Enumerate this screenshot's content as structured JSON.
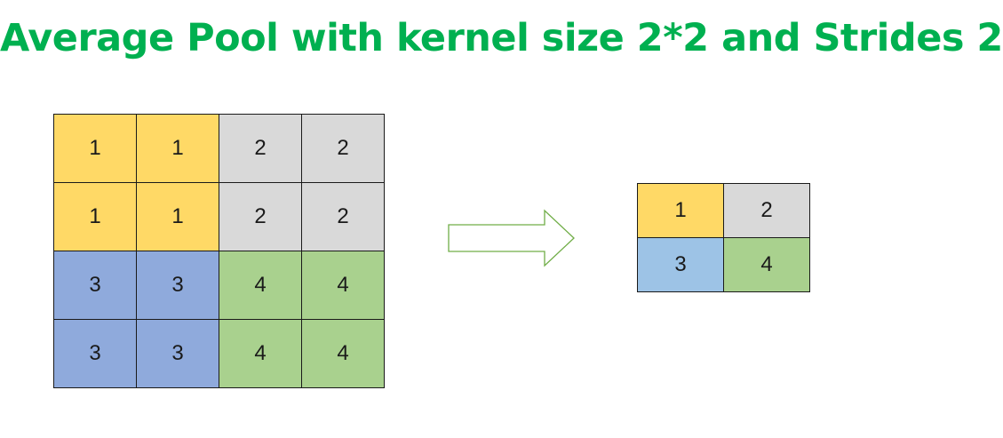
{
  "title": "Average Pool with kernel size 2*2 and Strides 2",
  "colors": {
    "title": "#00b050",
    "yellow": "#ffd966",
    "gray": "#d9d9d9",
    "blue_input": "#8faadc",
    "blue_output": "#9dc3e6",
    "green": "#a9d18e",
    "arrow_stroke": "#70ad47"
  },
  "input_matrix": {
    "rows": [
      [
        {
          "v": "1",
          "c": "yellow"
        },
        {
          "v": "1",
          "c": "yellow"
        },
        {
          "v": "2",
          "c": "gray"
        },
        {
          "v": "2",
          "c": "gray"
        }
      ],
      [
        {
          "v": "1",
          "c": "yellow"
        },
        {
          "v": "1",
          "c": "yellow"
        },
        {
          "v": "2",
          "c": "gray"
        },
        {
          "v": "2",
          "c": "gray"
        }
      ],
      [
        {
          "v": "3",
          "c": "blue_input"
        },
        {
          "v": "3",
          "c": "blue_input"
        },
        {
          "v": "4",
          "c": "green"
        },
        {
          "v": "4",
          "c": "green"
        }
      ],
      [
        {
          "v": "3",
          "c": "blue_input"
        },
        {
          "v": "3",
          "c": "blue_input"
        },
        {
          "v": "4",
          "c": "green"
        },
        {
          "v": "4",
          "c": "green"
        }
      ]
    ]
  },
  "output_matrix": {
    "rows": [
      [
        {
          "v": "1",
          "c": "yellow"
        },
        {
          "v": "2",
          "c": "gray"
        }
      ],
      [
        {
          "v": "3",
          "c": "blue_output"
        },
        {
          "v": "4",
          "c": "green"
        }
      ]
    ]
  },
  "arrow_icon": "right-arrow-outline-icon"
}
